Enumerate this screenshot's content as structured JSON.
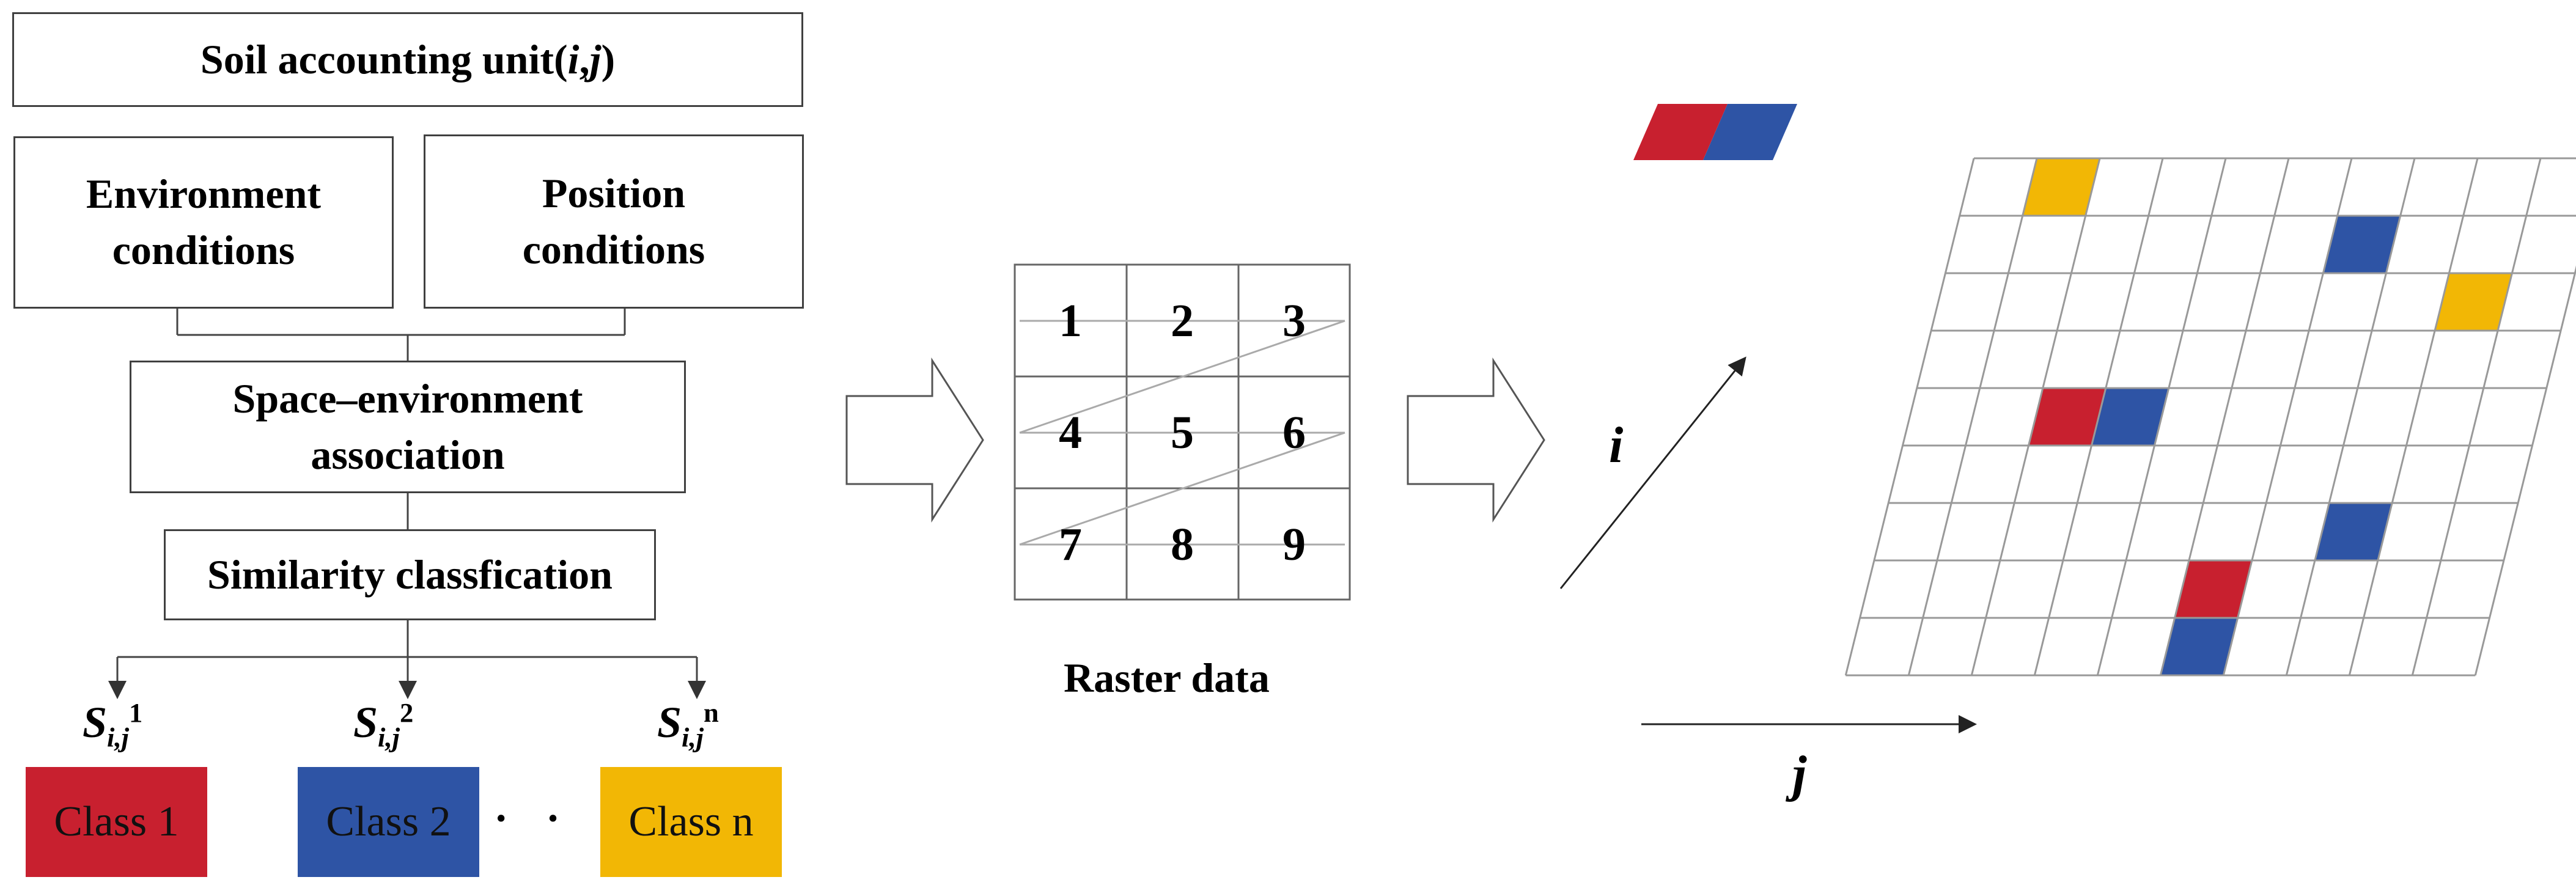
{
  "flow": {
    "top": "Soil accounting unit(",
    "top_i": "i",
    "top_comma": ",",
    "top_j": "j",
    "top_close": ")",
    "env": "Environment\nconditions",
    "pos": "Position\nconditions",
    "assoc": "Space–environment\nassociation",
    "sim": "Similarity classfication"
  },
  "sets": [
    {
      "base": "S",
      "sub": "i,j",
      "sup": "1"
    },
    {
      "base": "S",
      "sub": "i,j",
      "sup": "2"
    },
    {
      "base": "S",
      "sub": "i,j",
      "sup": "n"
    }
  ],
  "classes": [
    {
      "label": "Class 1",
      "color": "#C8202F"
    },
    {
      "label": "Class 2",
      "color": "#2E54A5"
    },
    {
      "label": "Class n",
      "color": "#F2B705"
    }
  ],
  "ellipsis": "· · ·",
  "raster": {
    "cells": [
      "1",
      "2",
      "3",
      "4",
      "5",
      "6",
      "7",
      "8",
      "9"
    ],
    "caption": "Raster data"
  },
  "axes": {
    "i": "i",
    "j": "j"
  },
  "palette": {
    "red": "#C8202F",
    "blue": "#2E54A5",
    "yellow": "#F2B705"
  },
  "grid_colored_cells": [
    {
      "row": 0,
      "col": 1,
      "color": "yellow"
    },
    {
      "row": 1,
      "col": 6,
      "color": "blue"
    },
    {
      "row": 2,
      "col": 8,
      "color": "yellow"
    },
    {
      "row": 4,
      "col": 2,
      "color": "red"
    },
    {
      "row": 4,
      "col": 3,
      "color": "blue"
    },
    {
      "row": 6,
      "col": 7,
      "color": "blue"
    },
    {
      "row": 7,
      "col": 5,
      "color": "red"
    },
    {
      "row": 8,
      "col": 5,
      "color": "blue"
    }
  ]
}
